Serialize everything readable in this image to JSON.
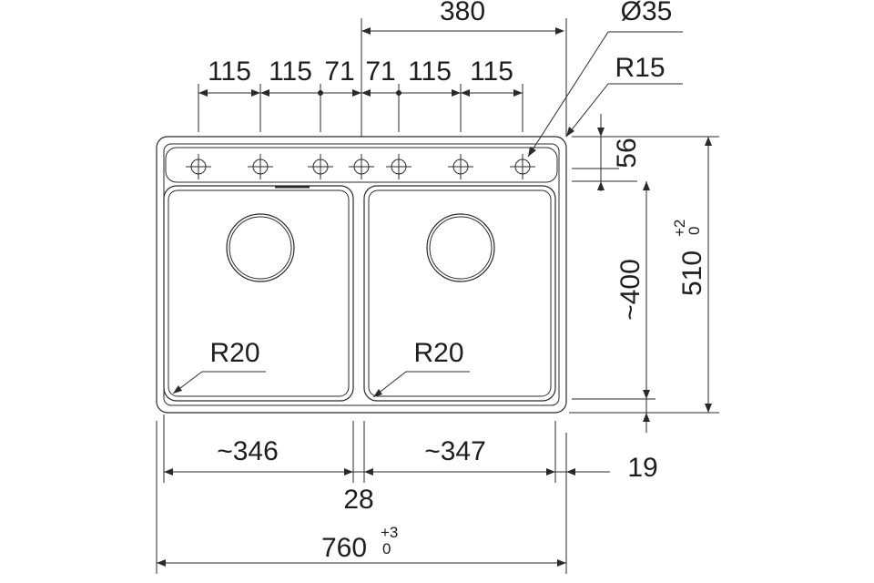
{
  "dims": {
    "d380": "380",
    "d35": "Ø35",
    "d115a": "115",
    "d115b": "115",
    "d71a": "71",
    "d71b": "71",
    "d115c": "115",
    "d115d": "115",
    "r15": "R15",
    "d56": "56",
    "d510": "510",
    "d510_tol_plus": "+2",
    "d510_tol_minus": "0",
    "d400": "~400",
    "r20_left": "R20",
    "r20_right": "R20",
    "d346": "~346",
    "d347": "~347",
    "d19": "19",
    "d28": "28",
    "d760": "760",
    "d760_tol_plus": "+3",
    "d760_tol_minus": "0"
  }
}
